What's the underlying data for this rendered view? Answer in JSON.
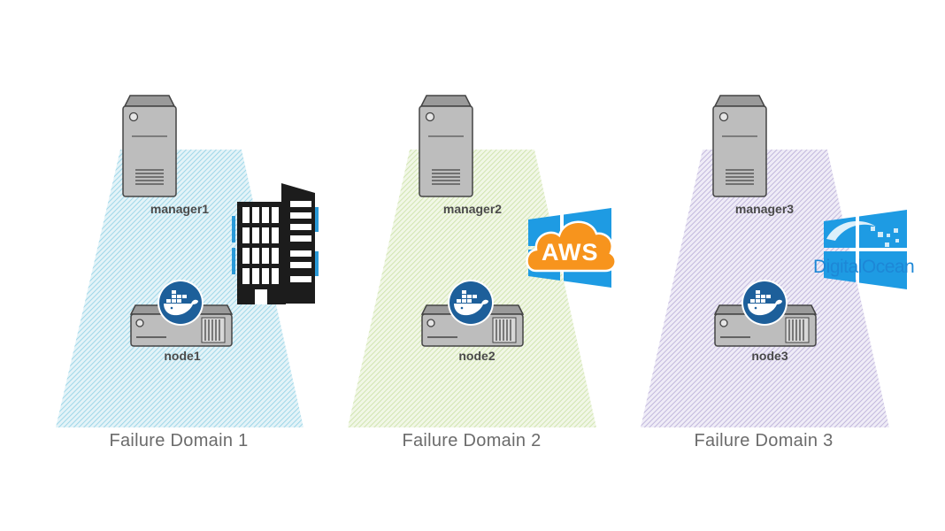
{
  "domains": [
    {
      "label": "Failure Domain 1",
      "manager": "manager1",
      "node": "node1",
      "provider_icon": "office-building-icon",
      "color": "#8fd0e4"
    },
    {
      "label": "Failure Domain 2",
      "manager": "manager2",
      "node": "node2",
      "provider_icon": "aws-windows-icon",
      "color": "#c9e0a4"
    },
    {
      "label": "Failure Domain 3",
      "manager": "manager3",
      "node": "node3",
      "provider_icon": "digitalocean-windows-icon",
      "color": "#b7abd6"
    }
  ],
  "logos": {
    "aws_text": "AWS",
    "digitalocean_text": "DigitalOcean"
  },
  "colors": {
    "server_gray": "#bdbdbd",
    "server_outline": "#444444",
    "docker_blue": "#1d5f9a",
    "windows_blue": "#1e9be3",
    "aws_orange": "#f7941d",
    "building_blue": "#2a9ad8",
    "building_dark": "#1c1c1c"
  }
}
